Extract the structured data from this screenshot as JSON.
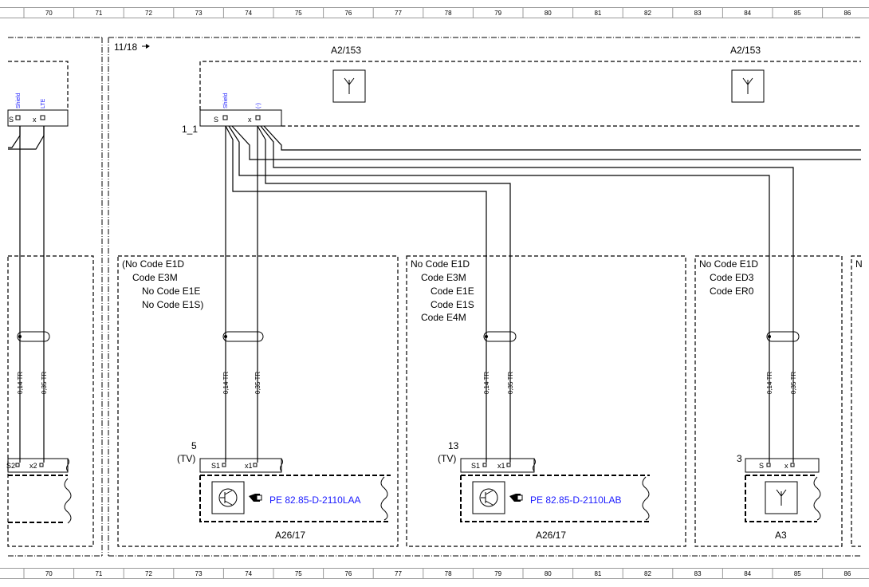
{
  "ruler": {
    "top": [
      "70",
      "71",
      "72",
      "73",
      "74",
      "75",
      "76",
      "77",
      "78",
      "79",
      "80",
      "81",
      "82",
      "83",
      "84",
      "85",
      "86"
    ],
    "bottom": [
      "70",
      "71",
      "72",
      "73",
      "74",
      "75",
      "76",
      "77",
      "78",
      "79",
      "80",
      "81",
      "82",
      "83",
      "84",
      "85",
      "86"
    ]
  },
  "ref": {
    "arrow_label": "11/18",
    "node_label": "1_1"
  },
  "antenna_modules": [
    {
      "name": "A2/153"
    },
    {
      "name": "A2/153"
    }
  ],
  "connector_top": {
    "left_pins": {
      "p1": "S",
      "p2": "x",
      "label1": "Shield",
      "label2": "LTE"
    },
    "main_pins": {
      "p1": "S",
      "p2": "x",
      "label1": "Shield",
      "label2": "(-)"
    }
  },
  "variants": [
    {
      "lines": [
        "(No Code E1D",
        "Code E3M",
        "No Code E1E",
        "No Code E1S)"
      ]
    },
    {
      "lines": [
        "No Code E1D",
        "Code E3M",
        "Code E1E",
        "Code E1S",
        "Code E4M"
      ]
    },
    {
      "lines": [
        "No Code E1D",
        "Code ED3",
        "Code ER0"
      ]
    },
    {
      "lines": [
        "N"
      ]
    }
  ],
  "wires": {
    "left": [
      "0,14 TR",
      "0,35 TR"
    ],
    "v1": [
      "0,14 TR",
      "0,35 TR"
    ],
    "v2": [
      "0,14 TR",
      "0,35 TR"
    ],
    "v3": [
      "0,14 TR",
      "0,35 TR"
    ]
  },
  "components": [
    {
      "pos": "5",
      "sub": "(TV)",
      "pin1": "S1",
      "pin2": "x1",
      "link": "PE 82.85-D-2110LAA",
      "name": "A26/17"
    },
    {
      "pos": "13",
      "sub": "(TV)",
      "pin1": "S1",
      "pin2": "x1",
      "link": "PE 82.85-D-2110LAB",
      "name": "A26/17"
    },
    {
      "pos": "3",
      "pin1": "S",
      "pin2": "x",
      "name": "A3"
    }
  ],
  "left_component": {
    "pin1": "S2",
    "pin2": "x2"
  },
  "colors": {
    "link": "#1a1aff",
    "pin_label": "#1a1aff",
    "line": "#000000"
  }
}
